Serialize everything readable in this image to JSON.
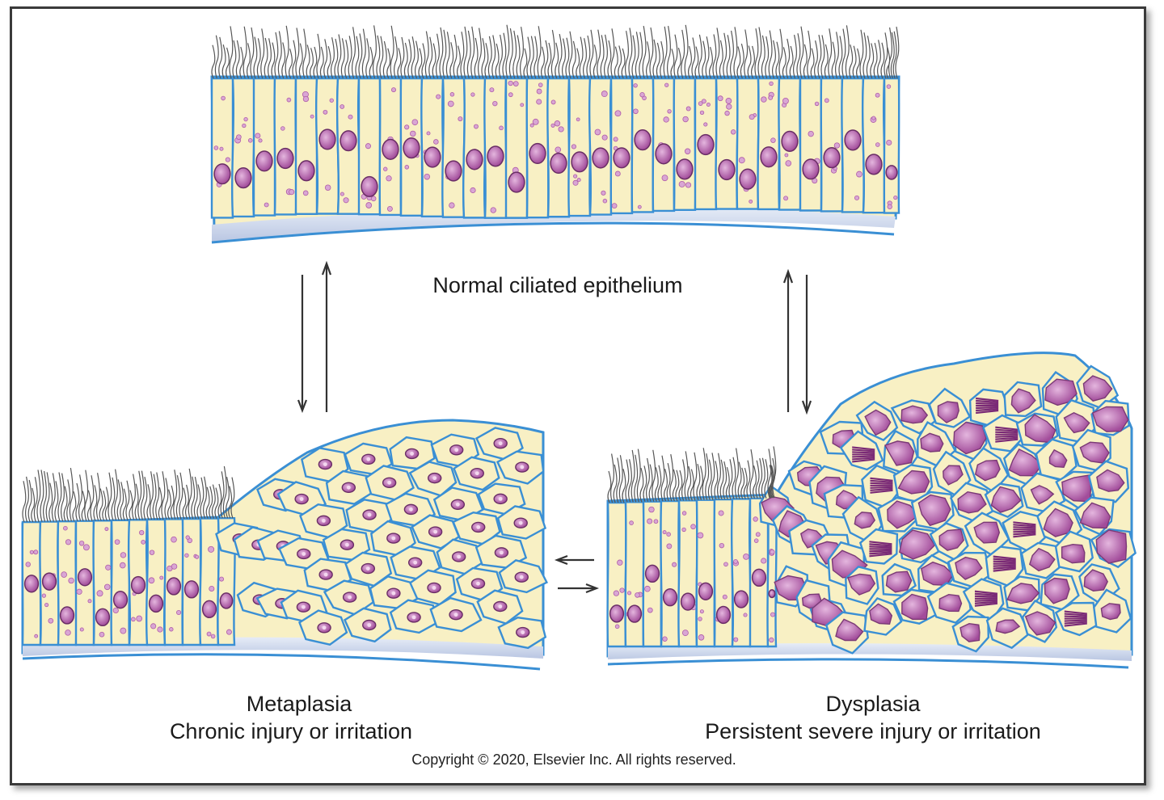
{
  "labels": {
    "normal": "Normal ciliated epithelium",
    "metaplasia_title": "Metaplasia",
    "metaplasia_subtitle": "Chronic injury or irritation",
    "dysplasia_title": "Dysplasia",
    "dysplasia_subtitle": "Persistent severe injury or irritation",
    "copyright": "Copyright © 2020, Elsevier Inc. All rights reserved."
  },
  "colors": {
    "cell_outline": "#3a8fd4",
    "cytoplasm": "#f8f0c4",
    "nucleus": "#b05ca8",
    "nucleus_light": "#d9a6d4",
    "cilia": "#555555",
    "arrow": "#333333",
    "basement": "#c8d4ea"
  }
}
